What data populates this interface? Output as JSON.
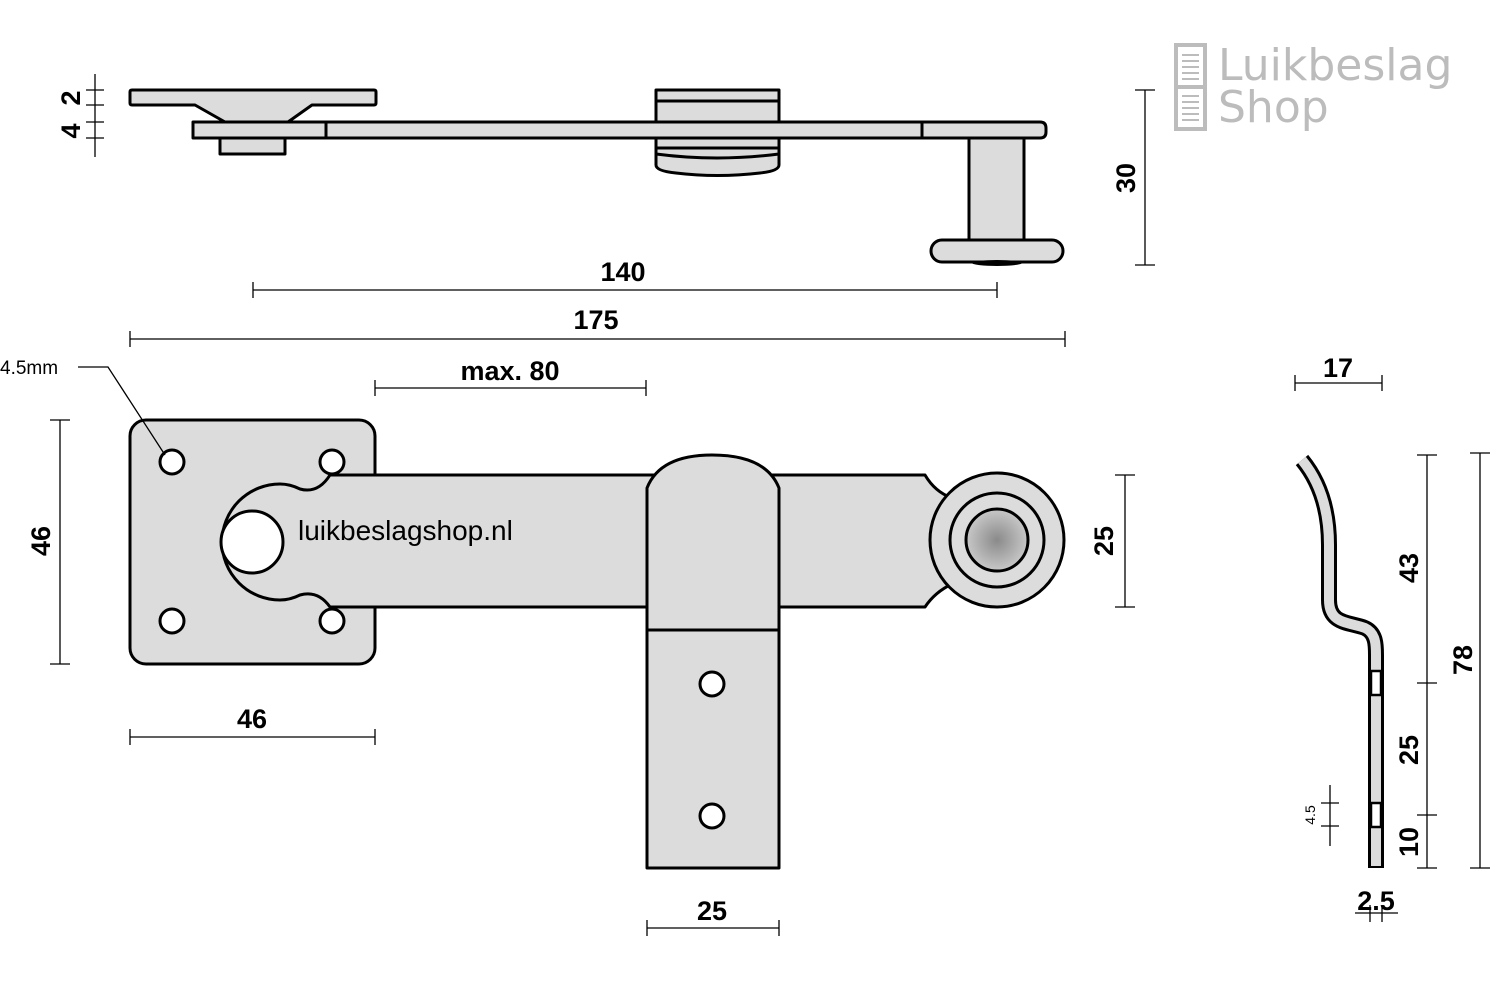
{
  "logo": {
    "line1": "Luikbeslag",
    "line2": "Shop"
  },
  "product_text": "luikbeslagshop.nl",
  "colors": {
    "part_fill": "#dcdcdc",
    "outline": "#000000",
    "logo_gray": "#bcbcbc"
  },
  "top_view": {
    "dim_plate": "2",
    "dim_bar": "4",
    "dim_height": "30",
    "dim_140": "140",
    "dim_175": "175"
  },
  "front_view": {
    "hole_label": "4.5mm",
    "dim_max": "max. 80",
    "dim_plate_height": "46",
    "dim_plate_width": "46",
    "dim_eye": "25",
    "dim_staple_width": "25"
  },
  "side_view": {
    "dim_depth": "17",
    "dim_43": "43",
    "dim_25": "25",
    "dim_10": "10",
    "dim_78": "78",
    "dim_hole": "4.5",
    "dim_thickness": "2.5"
  }
}
